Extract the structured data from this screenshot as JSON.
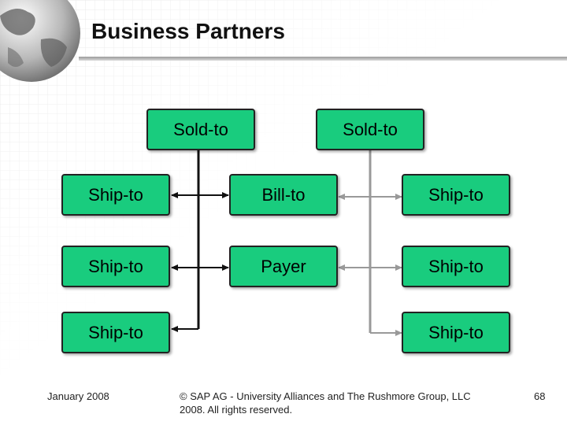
{
  "title": "Business Partners",
  "nodes": {
    "sold_to_1": "Sold-to",
    "sold_to_2": "Sold-to",
    "ship_to_l1": "Ship-to",
    "ship_to_l2": "Ship-to",
    "ship_to_l3": "Ship-to",
    "bill_to": "Bill-to",
    "payer": "Payer",
    "ship_to_r1": "Ship-to",
    "ship_to_r2": "Ship-to",
    "ship_to_r3": "Ship-to"
  },
  "colors": {
    "box_fill": "#19cc7e",
    "line_dark": "#111111",
    "line_gray": "#999999"
  },
  "footer": {
    "date": "January 2008",
    "copyright_line1": "© SAP AG - University Alliances and The Rushmore Group, LLC",
    "copyright_line2": "2008. All rights reserved.",
    "page_number": "68"
  }
}
